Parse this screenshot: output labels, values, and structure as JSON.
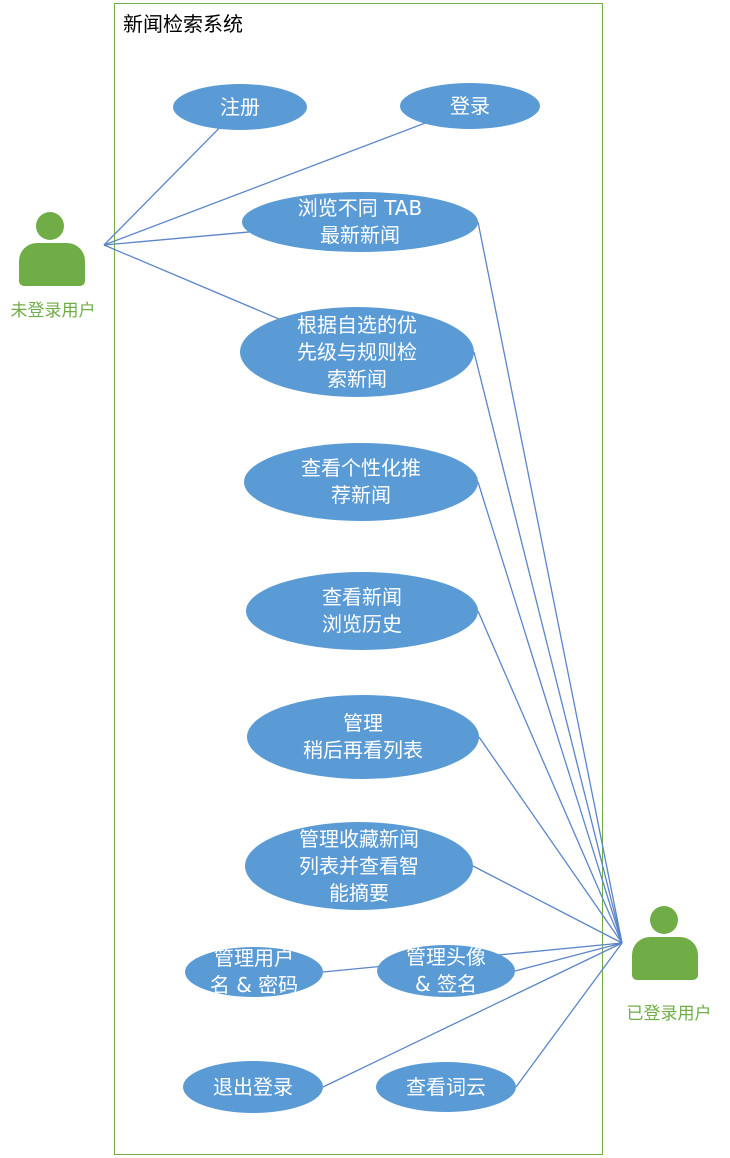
{
  "diagram": {
    "title": "新闻检索系统",
    "actors": [
      {
        "id": "guest",
        "label": "未登录用户"
      },
      {
        "id": "user",
        "label": "已登录用户"
      }
    ],
    "usecases": [
      {
        "id": "register",
        "label": "注册"
      },
      {
        "id": "login",
        "label": "登录"
      },
      {
        "id": "browse",
        "label": "浏览不同 TAB\n最新新闻"
      },
      {
        "id": "rules",
        "label": "根据自选的优\n先级与规则检\n索新闻"
      },
      {
        "id": "reco",
        "label": "查看个性化推\n荐新闻"
      },
      {
        "id": "history",
        "label": "查看新闻\n浏览历史"
      },
      {
        "id": "later",
        "label": "管理\n稍后再看列表"
      },
      {
        "id": "fav",
        "label": "管理收藏新闻\n列表并查看智\n能摘要"
      },
      {
        "id": "account",
        "label": "管理用户\n名 & 密码"
      },
      {
        "id": "avatar",
        "label": "管理头像\n& 签名"
      },
      {
        "id": "logout",
        "label": "退出登录"
      },
      {
        "id": "cloud",
        "label": "查看词云"
      }
    ],
    "associations": [
      {
        "actor": "guest",
        "usecase": "register"
      },
      {
        "actor": "guest",
        "usecase": "login"
      },
      {
        "actor": "guest",
        "usecase": "browse"
      },
      {
        "actor": "guest",
        "usecase": "rules"
      },
      {
        "actor": "user",
        "usecase": "browse"
      },
      {
        "actor": "user",
        "usecase": "rules"
      },
      {
        "actor": "user",
        "usecase": "reco"
      },
      {
        "actor": "user",
        "usecase": "history"
      },
      {
        "actor": "user",
        "usecase": "later"
      },
      {
        "actor": "user",
        "usecase": "fav"
      },
      {
        "actor": "user",
        "usecase": "account"
      },
      {
        "actor": "user",
        "usecase": "avatar"
      },
      {
        "actor": "user",
        "usecase": "logout"
      },
      {
        "actor": "user",
        "usecase": "cloud"
      }
    ],
    "colors": {
      "usecase_fill": "#5B9BD5",
      "usecase_text": "#FFFFFF",
      "actor_green": "#70AD47",
      "boundary_green": "#70AD47",
      "connector_blue": "#5B85C8",
      "title_text": "#000000"
    }
  }
}
